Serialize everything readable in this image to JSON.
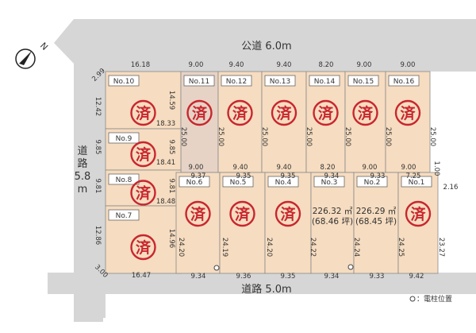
{
  "roads": {
    "top": "公道 6.0m",
    "bottom": "道路 5.0m",
    "left_lines": [
      "道",
      "路",
      "5.8",
      "m"
    ]
  },
  "compass": {
    "label": "N"
  },
  "legend": {
    "text": "：電柱位置"
  },
  "sold_mark": "済",
  "colors": {
    "road": "#d6d6d6",
    "lot": "#f6dcc0",
    "lot_highlight": "#e6d3c6",
    "lot_border": "#8a8a8a",
    "mark_red": "#c8262e"
  },
  "lots": [
    {
      "no": "No.10",
      "sold": true
    },
    {
      "no": "No.11",
      "sold": true
    },
    {
      "no": "No.12",
      "sold": true
    },
    {
      "no": "No.13",
      "sold": true
    },
    {
      "no": "No.14",
      "sold": true
    },
    {
      "no": "No.15",
      "sold": true
    },
    {
      "no": "No.16",
      "sold": true
    },
    {
      "no": "No.9",
      "sold": true
    },
    {
      "no": "No.8",
      "sold": true
    },
    {
      "no": "No.7",
      "sold": true
    },
    {
      "no": "No.6",
      "sold": true
    },
    {
      "no": "No.5",
      "sold": true
    },
    {
      "no": "No.4",
      "sold": true
    },
    {
      "no": "No.3",
      "sold": false,
      "area": [
        "226.32 ㎡",
        "(68.46 坪)"
      ]
    },
    {
      "no": "No.2",
      "sold": false,
      "area": [
        "226.29 ㎡",
        "(68.45 坪)"
      ]
    },
    {
      "no": "No.1",
      "sold": true
    }
  ],
  "dimensions": [
    "2.99",
    "16.18",
    "9.00",
    "9.40",
    "9.40",
    "8.20",
    "9.00",
    "9.00",
    "12.42",
    "14.59",
    "18.33",
    "25.00",
    "25.00",
    "25.00",
    "25.00",
    "25.00",
    "25.00",
    "25.00",
    "9.85",
    "9.85",
    "18.41",
    "9.00",
    "9.40",
    "9.40",
    "8.20",
    "9.00",
    "9.00",
    "1.00",
    "2.16",
    "9.81",
    "9.81",
    "18.48",
    "9.37",
    "9.35",
    "9.35",
    "9.34",
    "9.33",
    "7.25",
    "12.86",
    "14.96",
    "24.20",
    "24.19",
    "24.20",
    "24.22",
    "24.24",
    "24.25",
    "23.27",
    "3.00",
    "16.47",
    "9.34",
    "9.36",
    "9.35",
    "9.34",
    "9.33",
    "9.42"
  ]
}
